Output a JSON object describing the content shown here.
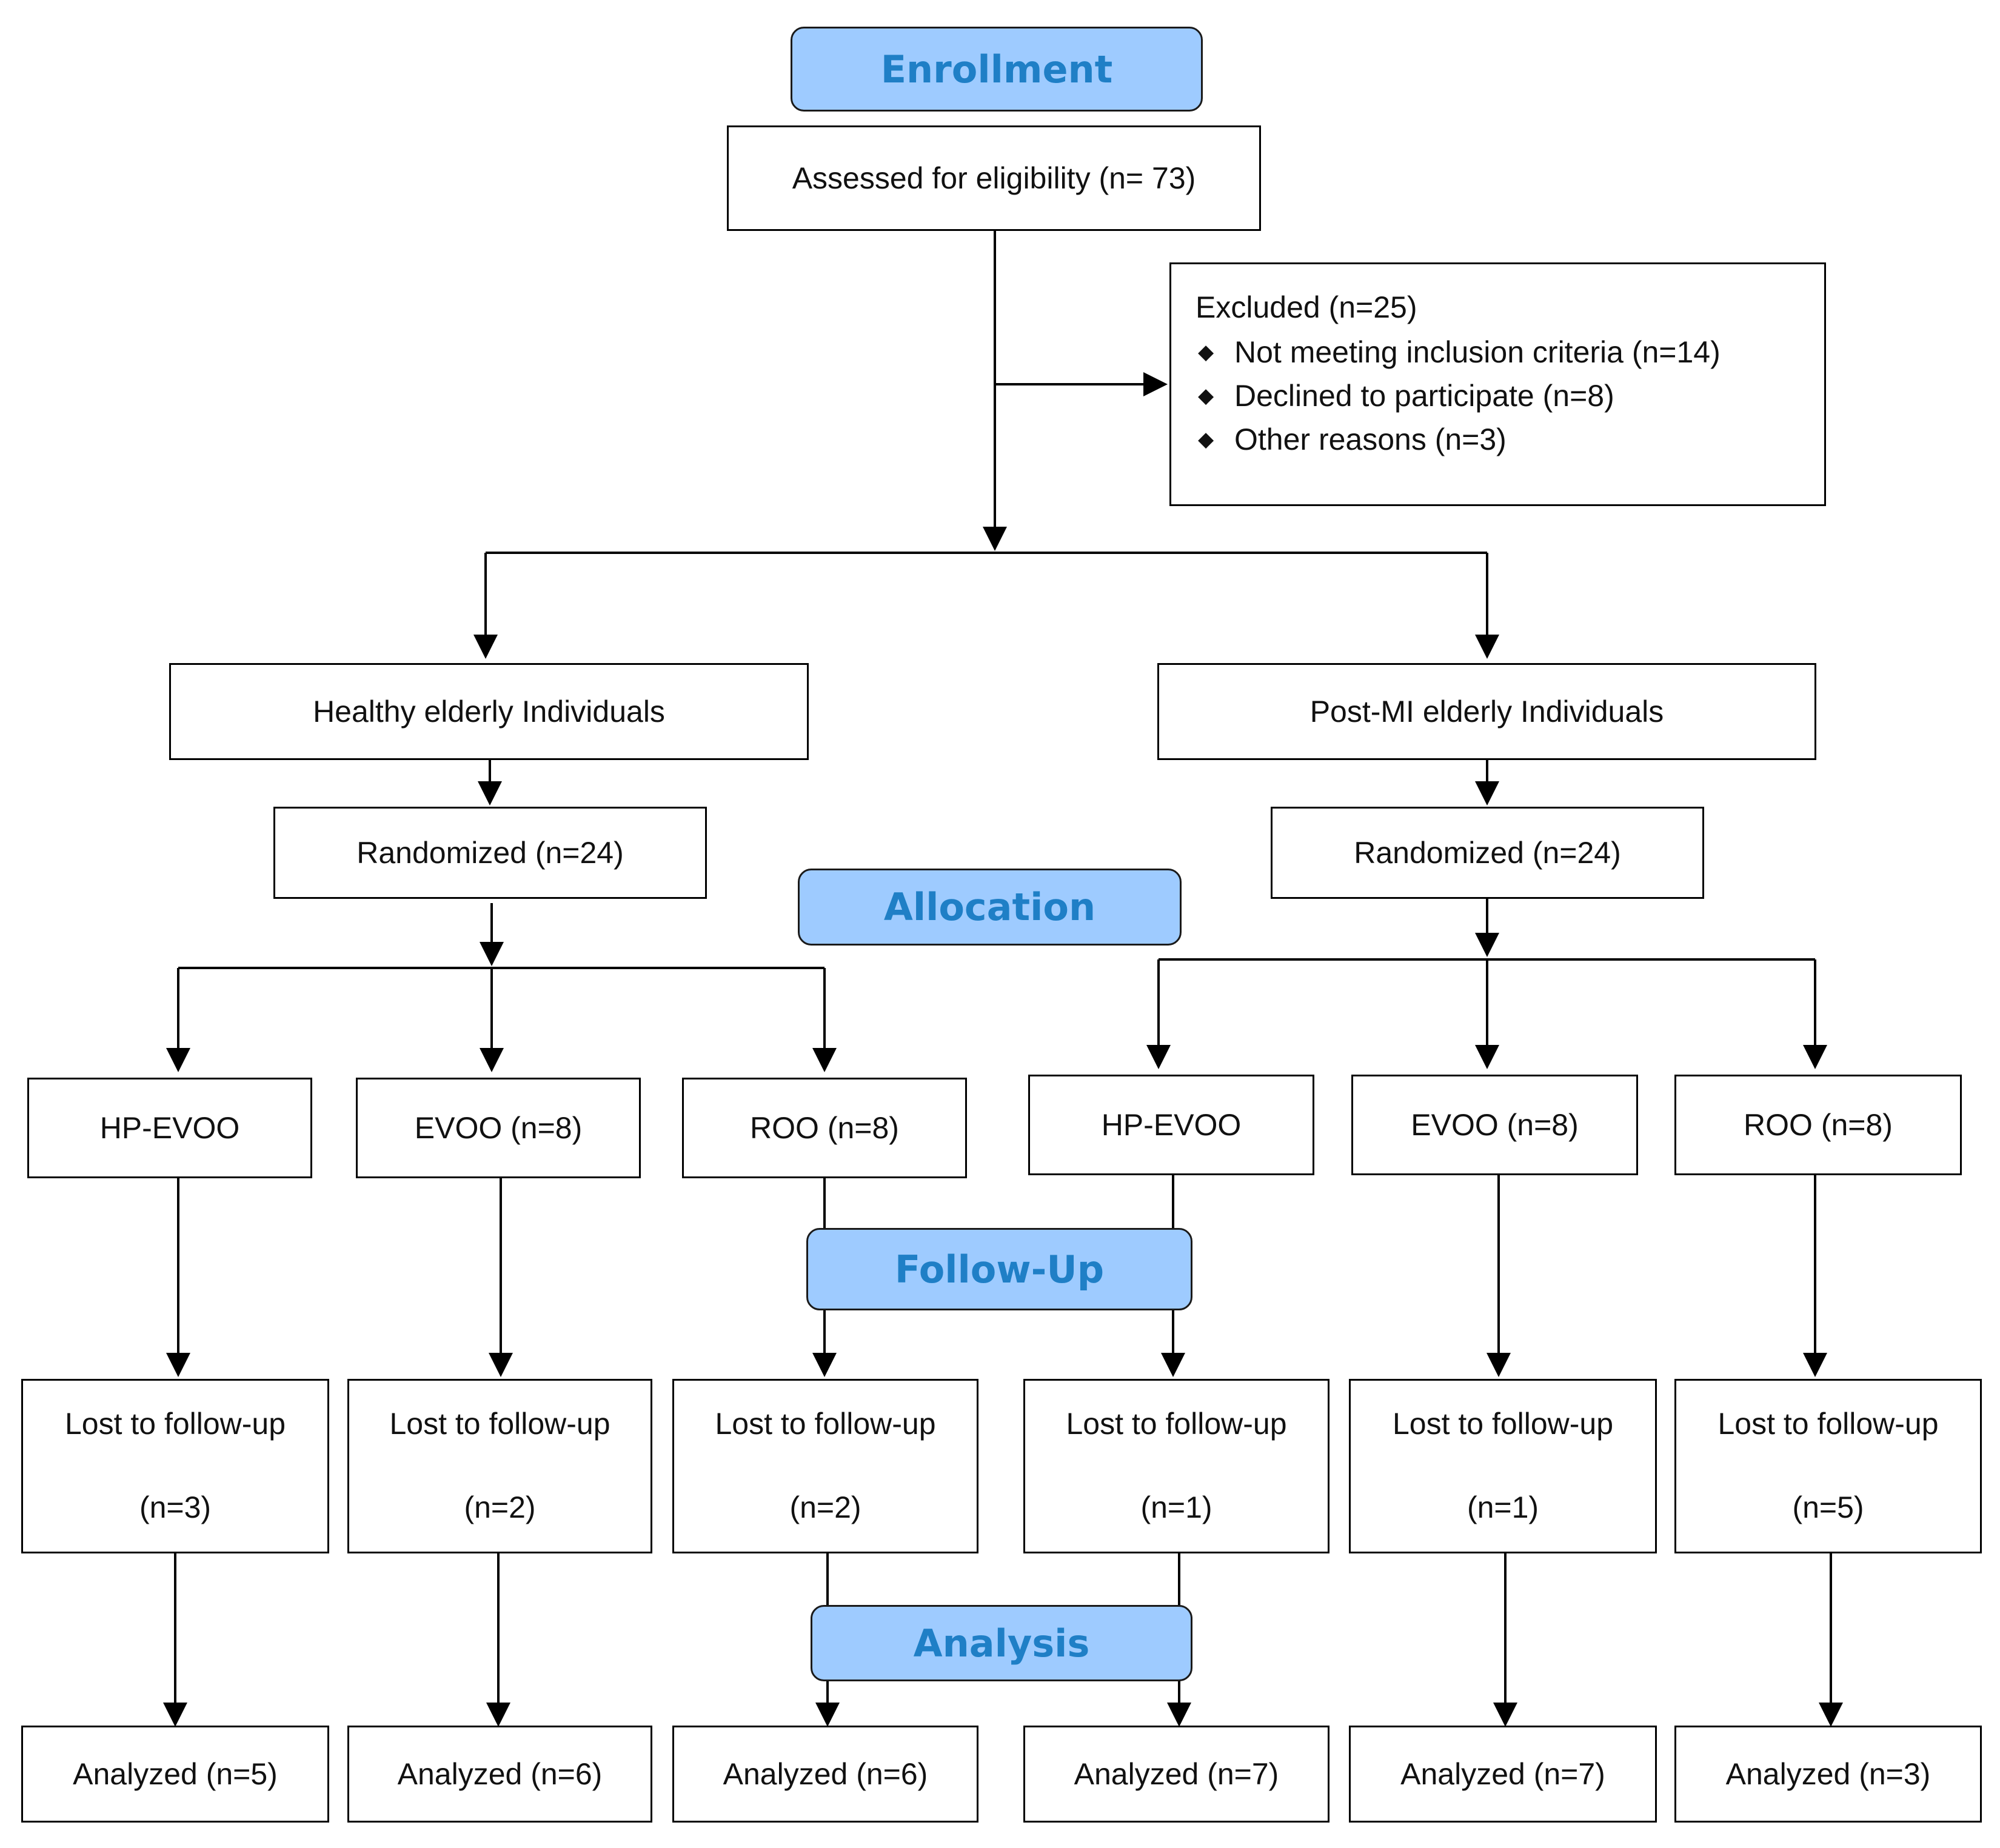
{
  "stages": {
    "enrollment": "Enrollment",
    "allocation": "Allocation",
    "follow_up": "Follow-Up",
    "analysis": "Analysis"
  },
  "assessed": "Assessed for eligibility (n= 73)",
  "excluded": {
    "title": "Excluded (n=25)",
    "items": [
      "Not meeting inclusion criteria (n=14)",
      "Declined to participate (n=8)",
      "Other reasons (n=3)"
    ]
  },
  "cohorts": [
    {
      "name": "Healthy elderly Individuals",
      "randomized": "Randomized (n=24)",
      "arms": [
        {
          "label": "HP-EVOO",
          "lost_label": "Lost to follow-up",
          "lost_n": "(n=3)",
          "analyzed": "Analyzed (n=5)"
        },
        {
          "label": "EVOO (n=8)",
          "lost_label": "Lost to follow-up",
          "lost_n": "(n=2)",
          "analyzed": "Analyzed (n=6)"
        },
        {
          "label": "ROO (n=8)",
          "lost_label": "Lost to follow-up",
          "lost_n": "(n=2)",
          "analyzed": "Analyzed (n=6)"
        }
      ]
    },
    {
      "name": "Post-MI elderly Individuals",
      "randomized": "Randomized (n=24)",
      "arms": [
        {
          "label": "HP-EVOO",
          "lost_label": "Lost to follow-up",
          "lost_n": "(n=1)",
          "analyzed": "Analyzed (n=7)"
        },
        {
          "label": "EVOO (n=8)",
          "lost_label": "Lost to follow-up",
          "lost_n": "(n=1)",
          "analyzed": "Analyzed (n=7)"
        },
        {
          "label": "ROO (n=8)",
          "lost_label": "Lost to follow-up",
          "lost_n": "(n=5)",
          "analyzed": "Analyzed (n=3)"
        }
      ]
    }
  ],
  "colors": {
    "stage_fill": "#9ecbff",
    "stage_text": "#1f7fc6",
    "line": "#000000"
  }
}
